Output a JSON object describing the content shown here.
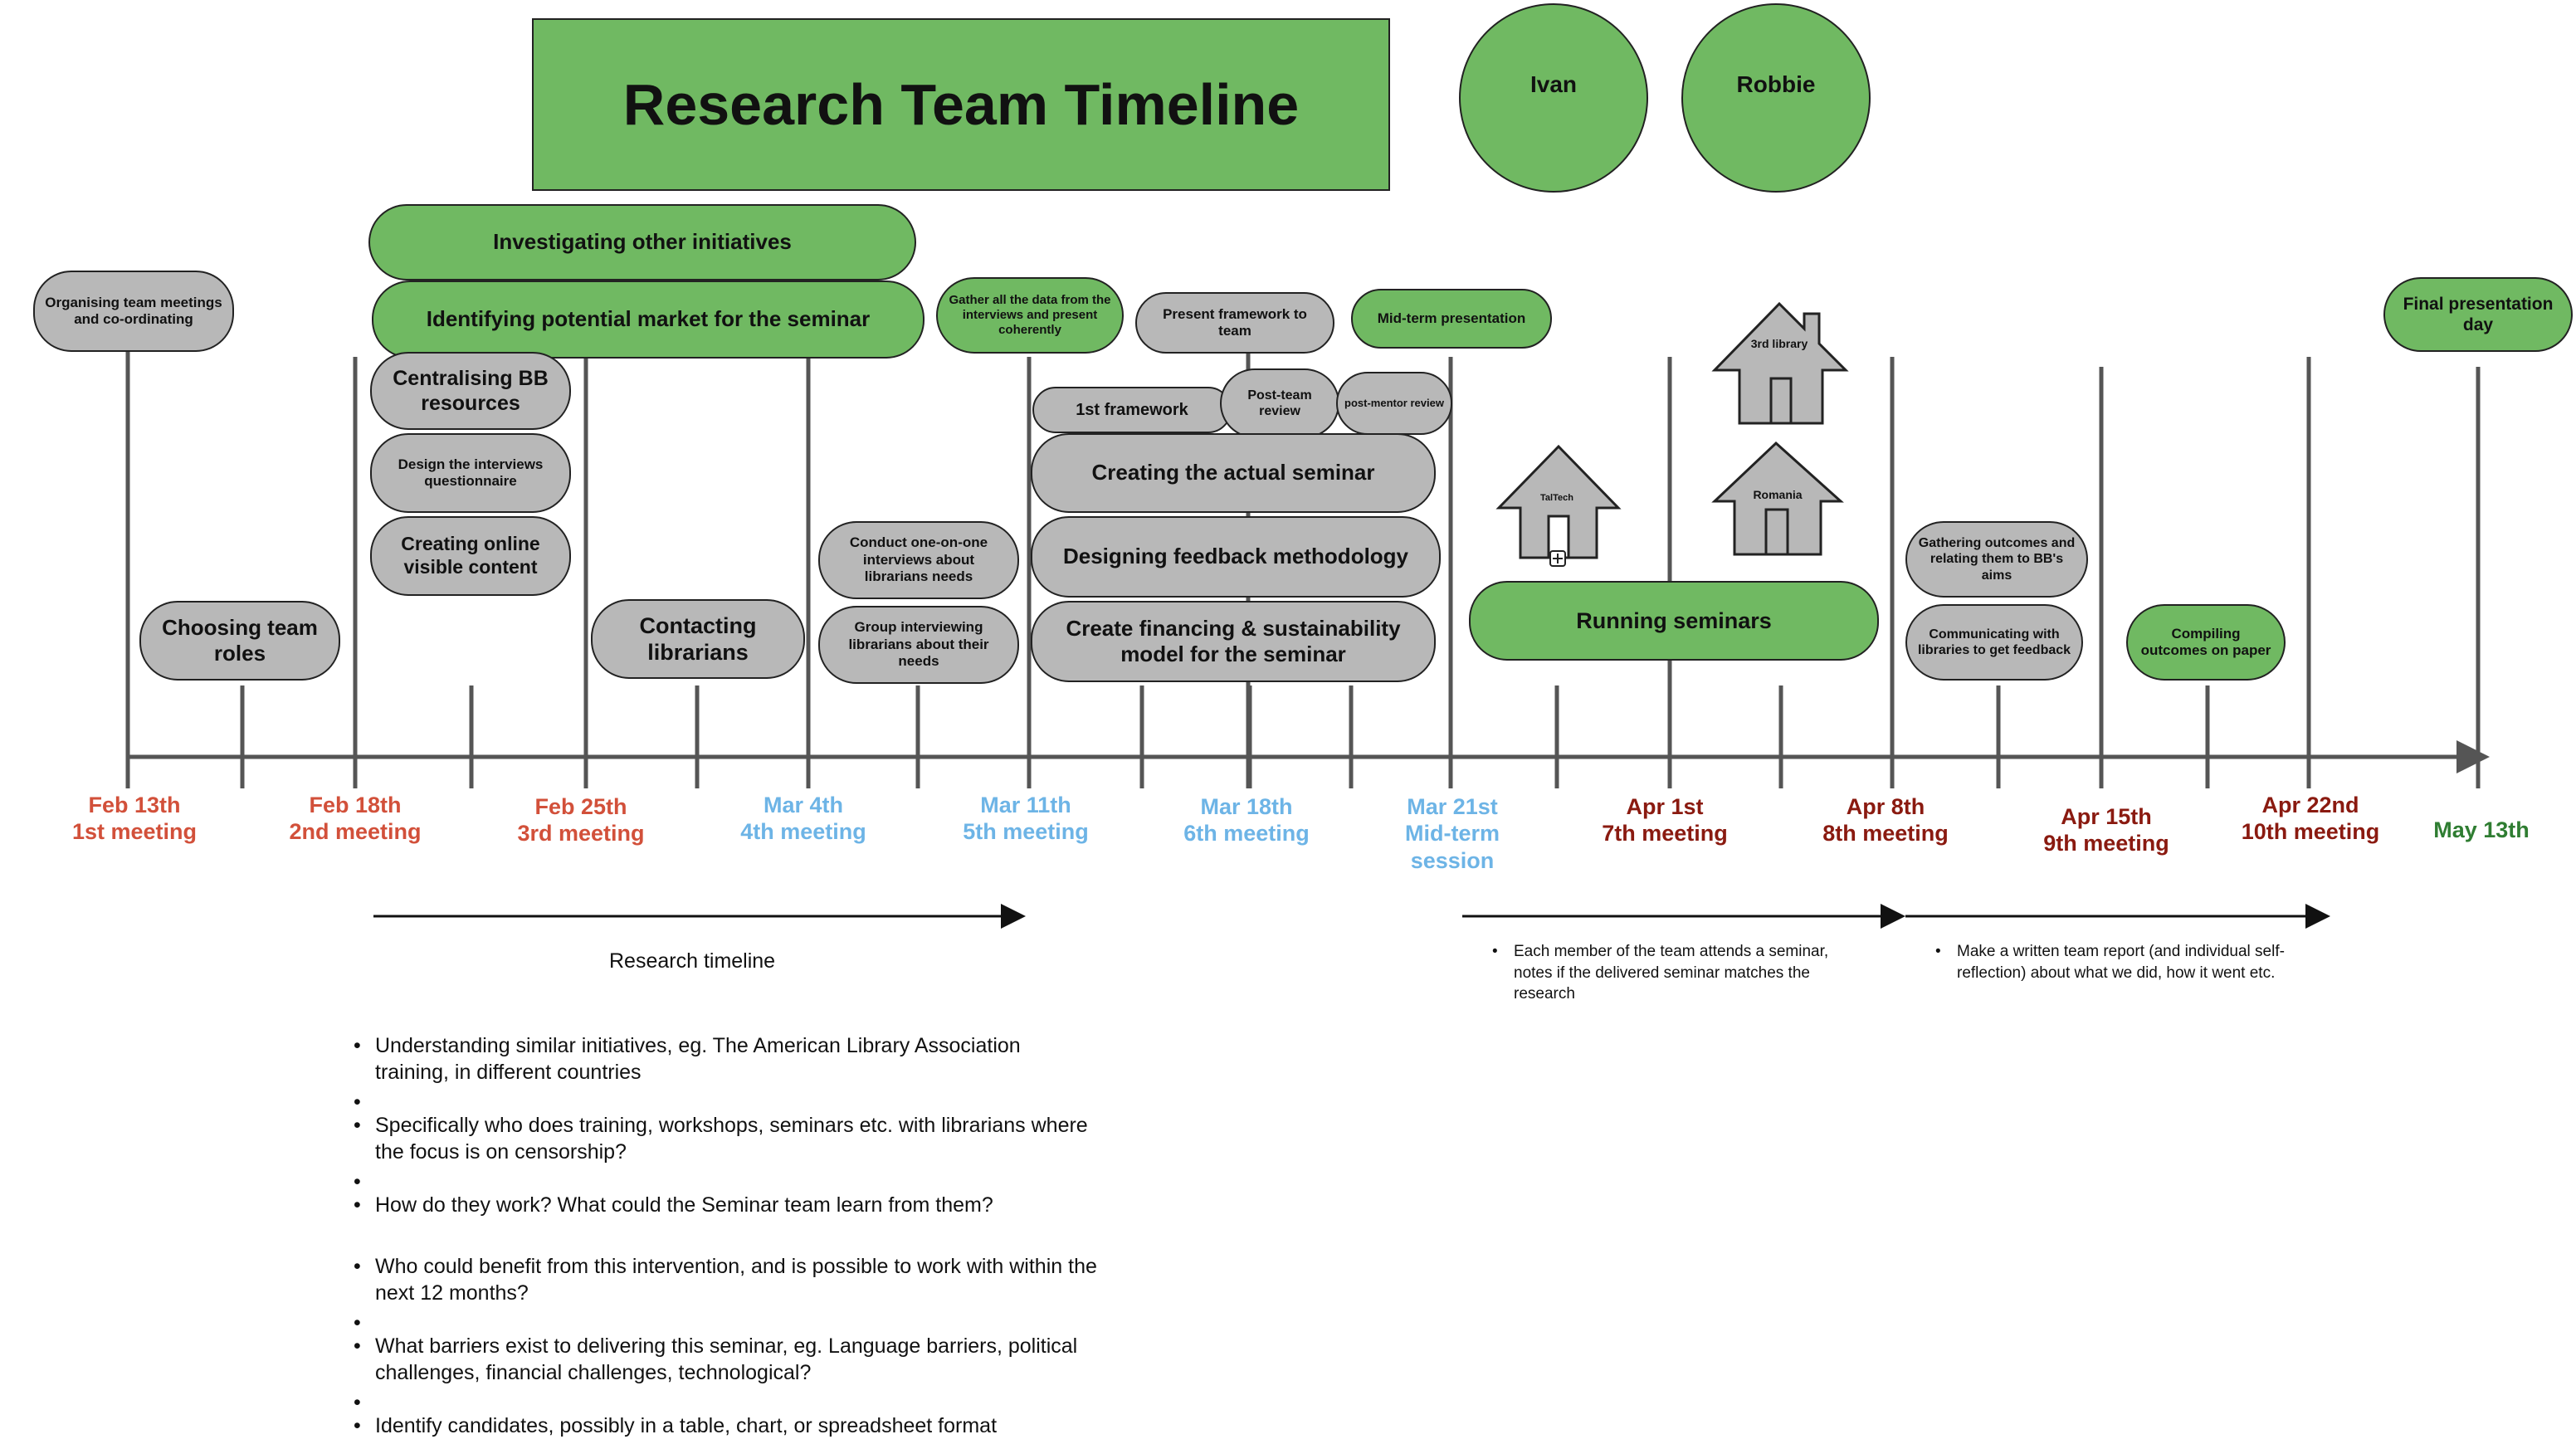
{
  "title": "Research Team Timeline",
  "people": [
    "Ivan",
    "Robbie"
  ],
  "dates": [
    {
      "date": "Feb 13th",
      "label": "1st meeting",
      "color": "#d2503a"
    },
    {
      "date": "Feb 18th",
      "label": "2nd meeting",
      "color": "#d2503a"
    },
    {
      "date": "Feb 25th",
      "label": "3rd meeting",
      "color": "#d2503a"
    },
    {
      "date": "Mar 4th",
      "label": "4th meeting",
      "color": "#6db4e6"
    },
    {
      "date": "Mar 11th",
      "label": "5th meeting",
      "color": "#6db4e6"
    },
    {
      "date": "Mar 18th",
      "label": "6th meeting",
      "color": "#6db4e6"
    },
    {
      "date": "Mar 21st",
      "label": "Mid-term",
      "label2": "session",
      "color": "#6db4e6"
    },
    {
      "date": "Apr 1st",
      "label": "7th meeting",
      "color": "#8a1a10"
    },
    {
      "date": "Apr 8th",
      "label": "8th meeting",
      "color": "#8a1a10"
    },
    {
      "date": "Apr 15th",
      "label": "9th meeting",
      "color": "#8a1a10"
    },
    {
      "date": "Apr 22nd",
      "label": "10th meeting",
      "color": "#8a1a10"
    },
    {
      "date": "May 13th",
      "label": "",
      "color": "#2f7d32"
    }
  ],
  "tasks": {
    "organising": "Organising team meetings and co-ordinating",
    "choosing_roles": "Choosing team roles",
    "investigating": "Investigating other initiatives",
    "identifying_market": "Identifying potential market for the seminar",
    "centralising": "Centralising BB resources",
    "design_interviews": "Design the interviews questionnaire",
    "online_content": "Creating online visible content",
    "contacting": "Contacting librarians",
    "one_on_one": "Conduct one-on-one interviews about librarians needs",
    "group_interviewing": "Group interviewing librarians about their needs",
    "gather_data": "Gather all the data from the interviews and present coherently",
    "present_framework": "Present framework to team",
    "first_framework": "1st framework",
    "post_team": "Post-team review",
    "post_mentor": "post-mentor review",
    "creating_seminar": "Creating the actual seminar",
    "feedback_method": "Designing feedback methodology",
    "financing": "Create financing & sustainability model for the seminar",
    "mid_term": "Mid-term presentation",
    "running": "Running seminars",
    "gathering_outcomes": "Gathering outcomes and relating them to BB's aims",
    "communicating": "Communicating with libraries to get feedback",
    "compiling": "Compiling outcomes on paper",
    "final_day": "Final presentation day"
  },
  "houses": {
    "taltech": "TalTech",
    "third_library": "3rd library",
    "romania": "Romania"
  },
  "research_timeline_label": "Research timeline",
  "seminar_notes": [
    "Each member of the team attends a seminar, notes if the delivered seminar matches the research"
  ],
  "report_notes": [
    "Make a written team report (and individual self-reflection) about what we did, how it went etc."
  ],
  "research_questions": [
    "Understanding similar initiatives, eg. The American Library Association training, in different countries",
    "",
    "Specifically who does training, workshops, seminars etc. with librarians where the focus is on censorship?",
    "",
    "How do they work? What could the Seminar team learn from them?",
    "Who could benefit from this intervention, and is possible to work with within the next 12 months?",
    "",
    "What barriers exist to delivering this seminar, eg. Language barriers, political challenges, financial challenges, technological?",
    "",
    "Identify candidates, possibly in a table, chart, or spreadsheet format"
  ],
  "colors": {
    "green": "#70b962",
    "grey": "#b8b8b8",
    "line": "#555555"
  }
}
